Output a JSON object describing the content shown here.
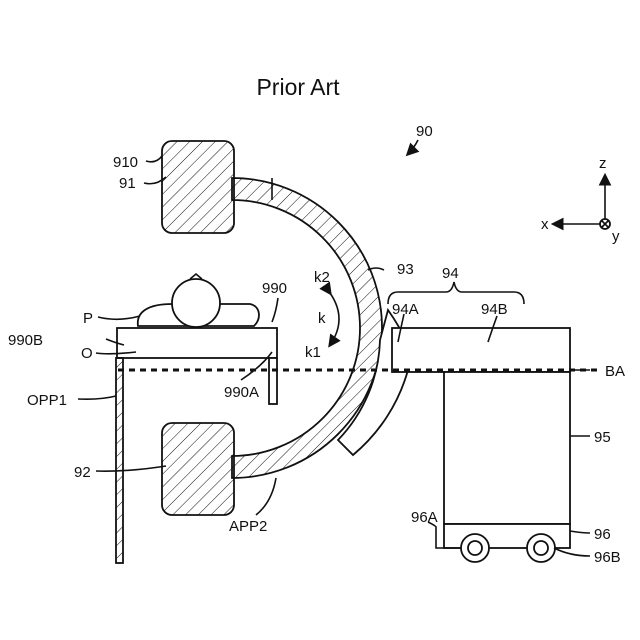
{
  "title": "Prior Art",
  "labels": {
    "l90": "90",
    "l910": "910",
    "l91": "91",
    "l92": "92",
    "l93": "93",
    "l94": "94",
    "l94A": "94A",
    "l94B": "94B",
    "l95": "95",
    "l96": "96",
    "l96A": "96A",
    "l96B": "96B",
    "l990": "990",
    "l990A": "990A",
    "l990B": "990B",
    "lP": "P",
    "lO": "O",
    "lOPP1": "OPP1",
    "lAPP2": "APP2",
    "lBA": "BA",
    "lk": "k",
    "lk1": "k1",
    "lk2": "k2"
  },
  "axes": {
    "z": "z",
    "x": "x",
    "y": "y"
  }
}
